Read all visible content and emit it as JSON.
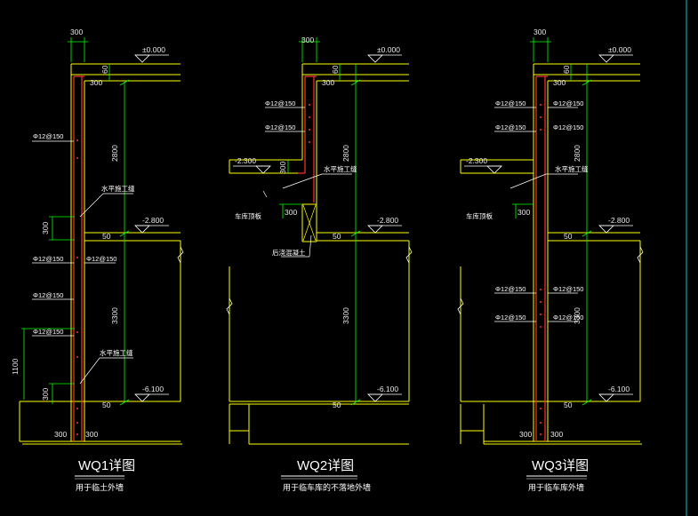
{
  "details": [
    {
      "title": "WQ1详图",
      "subtitle": "用于临土外墙",
      "dims": {
        "top_width": "300",
        "slab_thk": "60",
        "h_upper": "2800",
        "h_lower": "3300",
        "joint_h": "300",
        "base_h": "300",
        "kicker_h": "1100",
        "bot_w1": "300",
        "bot_w2": "300"
      },
      "levels": {
        "top": "±0.000",
        "mid": "-2.800",
        "bottom": "-6.100"
      },
      "small_marks": [
        "300",
        "50",
        "50"
      ],
      "rebar": [
        "Φ12@150",
        "Φ12@150",
        "Φ12@150",
        "Φ12@150",
        "Φ12@150"
      ],
      "notes": [
        "水平施工缝",
        "水平施工缝"
      ]
    },
    {
      "title": "WQ2详图",
      "subtitle": "用于临车库的不落地外墙",
      "dims": {
        "top_width": "300",
        "slab_thk": "60",
        "h_upper": "2800",
        "h_lower": "3300",
        "step_h": "300",
        "joint_h": "300"
      },
      "levels": {
        "top": "±0.000",
        "step": "-2.300",
        "mid": "-2.800",
        "bottom": "-6.100"
      },
      "small_marks": [
        "300",
        "50",
        "50"
      ],
      "rebar": [
        "Φ12@150",
        "Φ12@150"
      ],
      "notes": [
        "水平施工缝",
        "车库顶板",
        "后浇混凝土"
      ]
    },
    {
      "title": "WQ3详图",
      "subtitle": "用于临车库外墙",
      "dims": {
        "top_width": "300",
        "slab_thk": "60",
        "h_upper": "2800",
        "h_lower": "3300",
        "joint_h": "300",
        "bot_w1": "300",
        "bot_w2": "300"
      },
      "levels": {
        "top": "±0.000",
        "step": "-2.300",
        "mid": "-2.800",
        "bottom": "-6.100"
      },
      "small_marks": [
        "300",
        "50",
        "50"
      ],
      "rebar": [
        "Φ12@150",
        "Φ12@150",
        "Φ12@150",
        "Φ12@150",
        "Φ12@150",
        "Φ12@150",
        "Φ12@150",
        "Φ12@150"
      ],
      "notes": [
        "水平施工缝",
        "车库顶板"
      ]
    }
  ],
  "colors": {
    "background": "#000000",
    "concrete": "#ffff00",
    "wall_edge": "#ff3333",
    "dimension": "#00ff00",
    "leader": "#ffffff",
    "frame_edge": "#00c8d8"
  }
}
